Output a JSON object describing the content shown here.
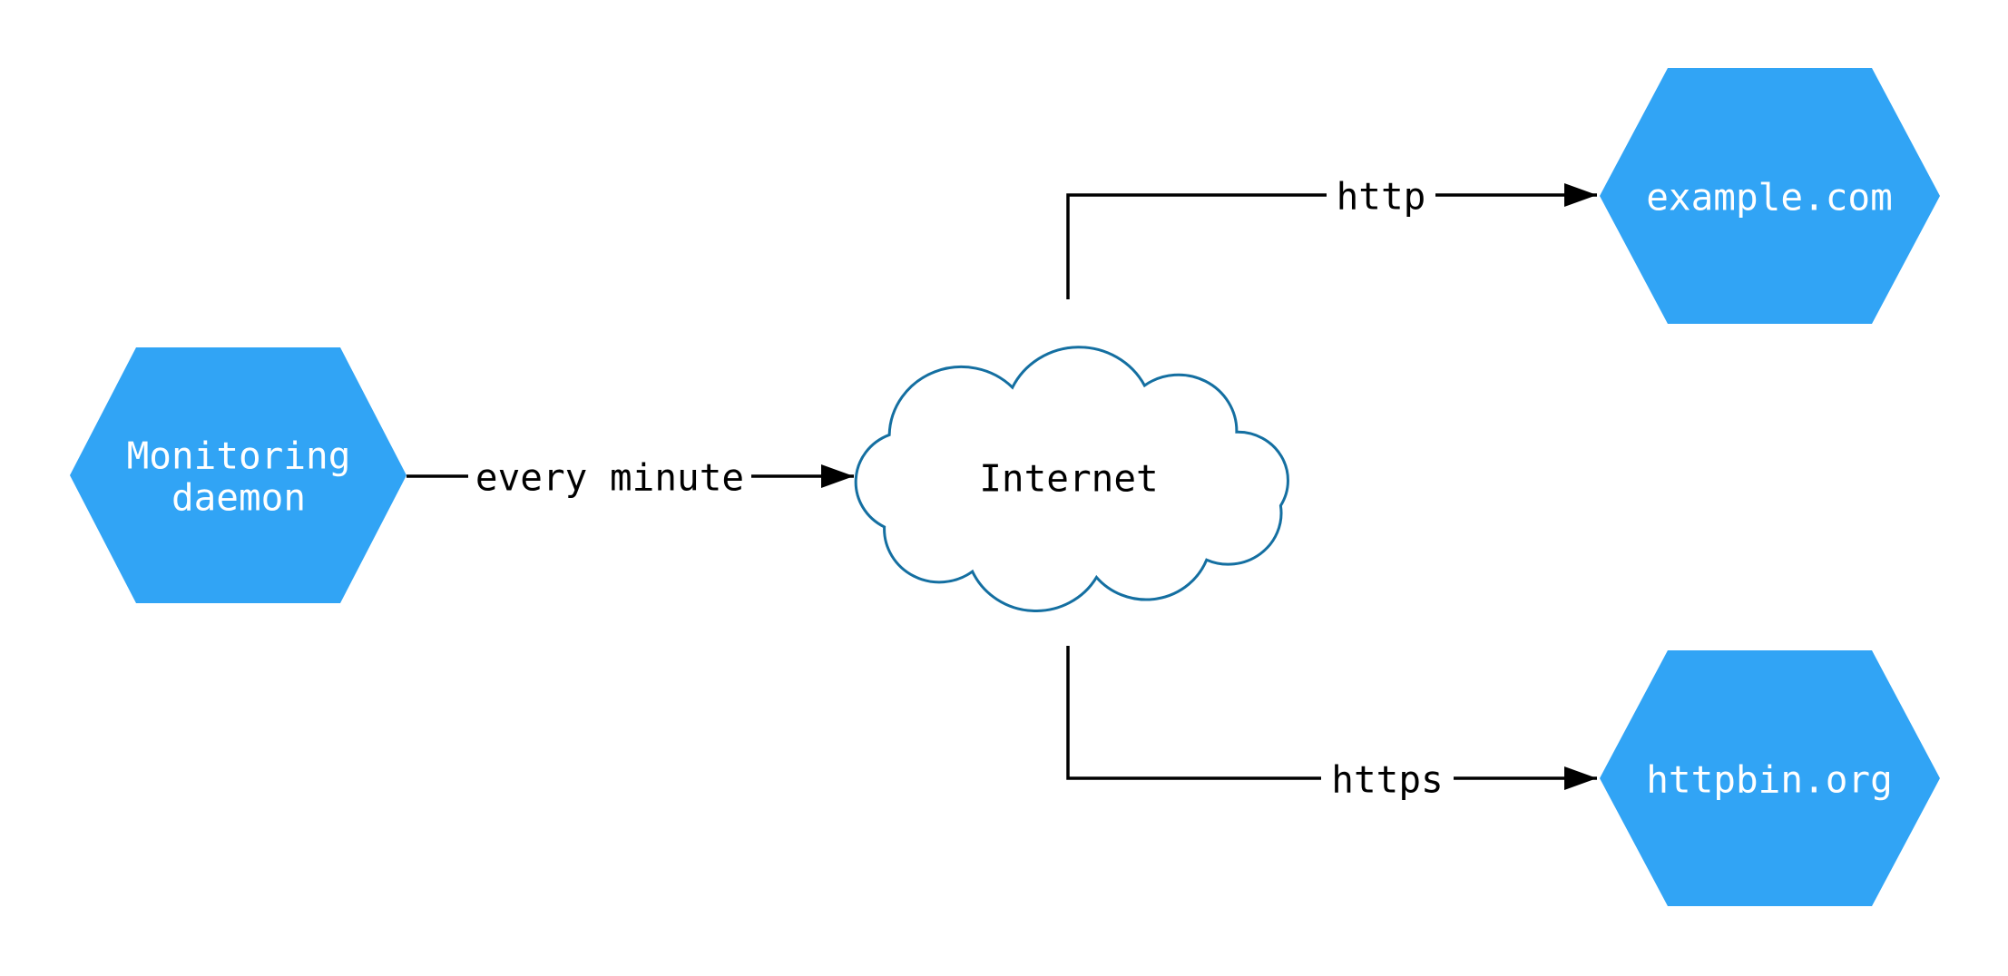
{
  "diagram": {
    "kind": "network-flow-diagram",
    "nodes": [
      {
        "id": "monitoring-daemon",
        "shape": "hexagon",
        "label": "Monitoring daemon",
        "lines": [
          "Monitoring",
          "daemon"
        ]
      },
      {
        "id": "internet",
        "shape": "cloud",
        "label": "Internet"
      },
      {
        "id": "example-com",
        "shape": "hexagon",
        "label": "example.com"
      },
      {
        "id": "httpbin-org",
        "shape": "hexagon",
        "label": "httpbin.org"
      }
    ],
    "edges": [
      {
        "from": "monitoring-daemon",
        "to": "internet",
        "label": "every minute"
      },
      {
        "from": "internet",
        "to": "example-com",
        "label": "http"
      },
      {
        "from": "internet",
        "to": "httpbin-org",
        "label": "https"
      }
    ],
    "colors": {
      "node_fill": "#31a4f5",
      "node_text": "#ffffff",
      "cloud_stroke": "#146fa1",
      "cloud_fill": "#ffffff",
      "cloud_text": "#000000",
      "edge": "#000000",
      "edge_label_text": "#000000",
      "background": "#ffffff"
    }
  }
}
